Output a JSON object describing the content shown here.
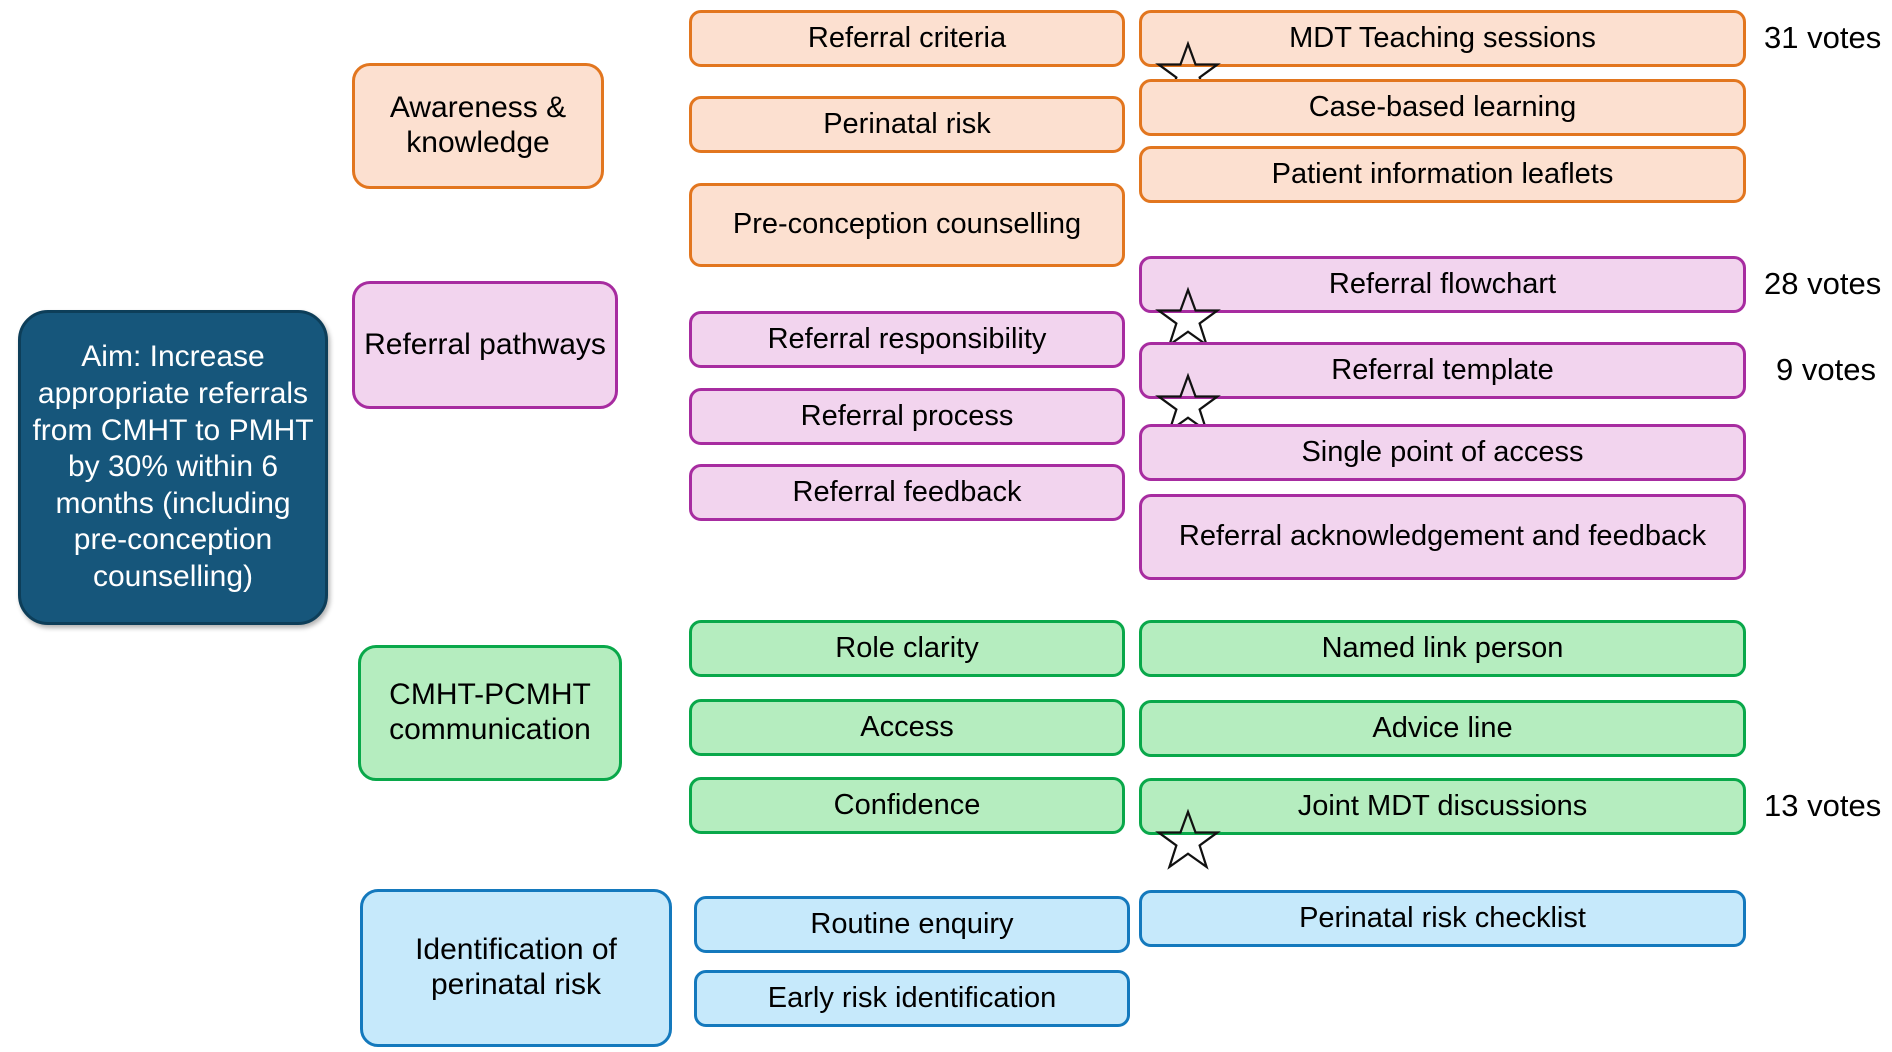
{
  "diagram": {
    "title": "Driver diagram: increasing appropriate CMHT to PMHT referrals",
    "type": "driver-diagram",
    "aim": {
      "label": "Aim: Increase appropriate referrals from CMHT to PMHT by 30% within 6 months (including pre-conception counselling)",
      "fill_color": "#16567B",
      "text_color": "#FFFFFF"
    },
    "votes_suffix": "votes",
    "star_icon_name": "star-icon",
    "branches": [
      {
        "key": "awareness",
        "driver": "Awareness & knowledge",
        "fill_color": "#FCE0D0",
        "border_color": "#E2761F",
        "secondary_drivers": [
          "Referral criteria",
          "Perinatal risk",
          "Pre-conception counselling"
        ],
        "change_ideas": [
          {
            "label": "MDT Teaching sessions",
            "starred": true,
            "votes": "31 votes"
          },
          {
            "label": "Case-based learning",
            "starred": false,
            "votes": ""
          },
          {
            "label": "Patient information leaflets",
            "starred": false,
            "votes": ""
          }
        ]
      },
      {
        "key": "referral-pathways",
        "driver": "Referral pathways",
        "fill_color": "#F2D4EE",
        "border_color": "#A72CA0",
        "secondary_drivers": [
          "Referral responsibility",
          "Referral process",
          "Referral feedback"
        ],
        "change_ideas": [
          {
            "label": "Referral flowchart",
            "starred": true,
            "votes": "28 votes"
          },
          {
            "label": "Referral template",
            "starred": true,
            "votes": "9 votes"
          },
          {
            "label": "Single point of access",
            "starred": false,
            "votes": ""
          },
          {
            "label": "Referral acknowledgement and feedback",
            "starred": false,
            "votes": ""
          }
        ]
      },
      {
        "key": "communication",
        "driver": "CMHT-PCMHT communication",
        "fill_color": "#B5EDBF",
        "border_color": "#09A84A",
        "secondary_drivers": [
          "Role clarity",
          "Access",
          "Confidence"
        ],
        "change_ideas": [
          {
            "label": "Named link person",
            "starred": false,
            "votes": ""
          },
          {
            "label": "Advice line",
            "starred": false,
            "votes": ""
          },
          {
            "label": "Joint MDT discussions",
            "starred": true,
            "votes": "13 votes"
          }
        ]
      },
      {
        "key": "identification",
        "driver": "Identification of perinatal risk",
        "fill_color": "#C6E9FB",
        "border_color": "#1479BD",
        "secondary_drivers": [
          "Routine enquiry",
          "Early risk identification"
        ],
        "change_ideas": [
          {
            "label": "Perinatal risk checklist",
            "starred": false,
            "votes": ""
          }
        ]
      }
    ]
  }
}
